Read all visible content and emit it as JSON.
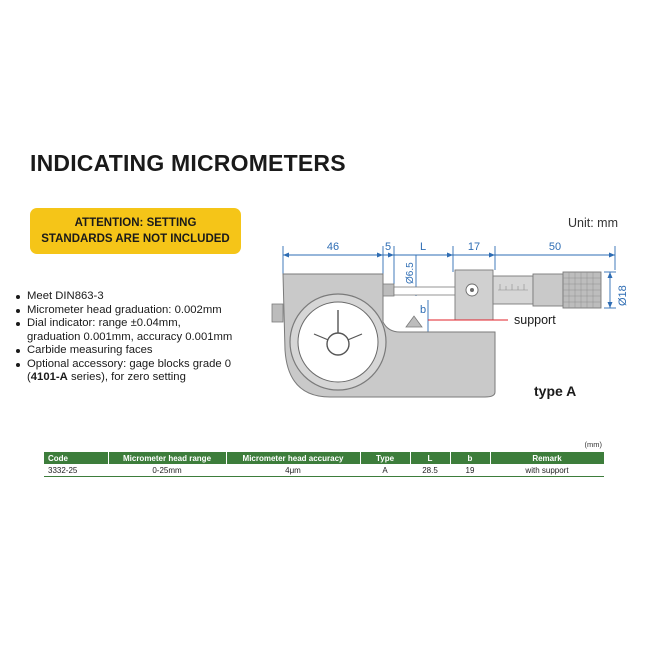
{
  "title": "INDICATING MICROMETERS",
  "attention": {
    "line1": "ATTENTION: SETTING",
    "line2": "STANDARDS ARE NOT INCLUDED"
  },
  "unit": "Unit: mm",
  "features": {
    "item1": "Meet DIN863-3",
    "item2": "Micrometer head graduation: 0.002mm",
    "item3_line1": "Dial indicator: range ±0.04mm,",
    "item3_line2": "graduation 0.001mm, accuracy 0.001mm",
    "item4": "Carbide measuring faces",
    "item5_line1": "Optional accessory: gage blocks grade 0",
    "item5_prefix": "(",
    "item5_bold": "4101-A",
    "item5_suffix": " series), for zero setting"
  },
  "diagram": {
    "dim_46": "46",
    "dim_5": "5",
    "dim_L": "L",
    "dim_17": "17",
    "dim_50": "50",
    "dim_d65": "Ø6.5",
    "dim_d18": "Ø18",
    "dim_b": "b",
    "support_label": "support",
    "type_label": "type A",
    "colors": {
      "body": "#c9c9c9",
      "dim_line": "#2e6db4",
      "support_line": "#e0202a"
    }
  },
  "table": {
    "unit_note": "(mm)",
    "headers": [
      "Code",
      "Micrometer head range",
      "Micrometer head accuracy",
      "Type",
      "L",
      "b",
      "Remark"
    ],
    "rows": [
      [
        "3332-25",
        "0-25mm",
        "4μm",
        "A",
        "28.5",
        "19",
        "with support"
      ]
    ]
  }
}
